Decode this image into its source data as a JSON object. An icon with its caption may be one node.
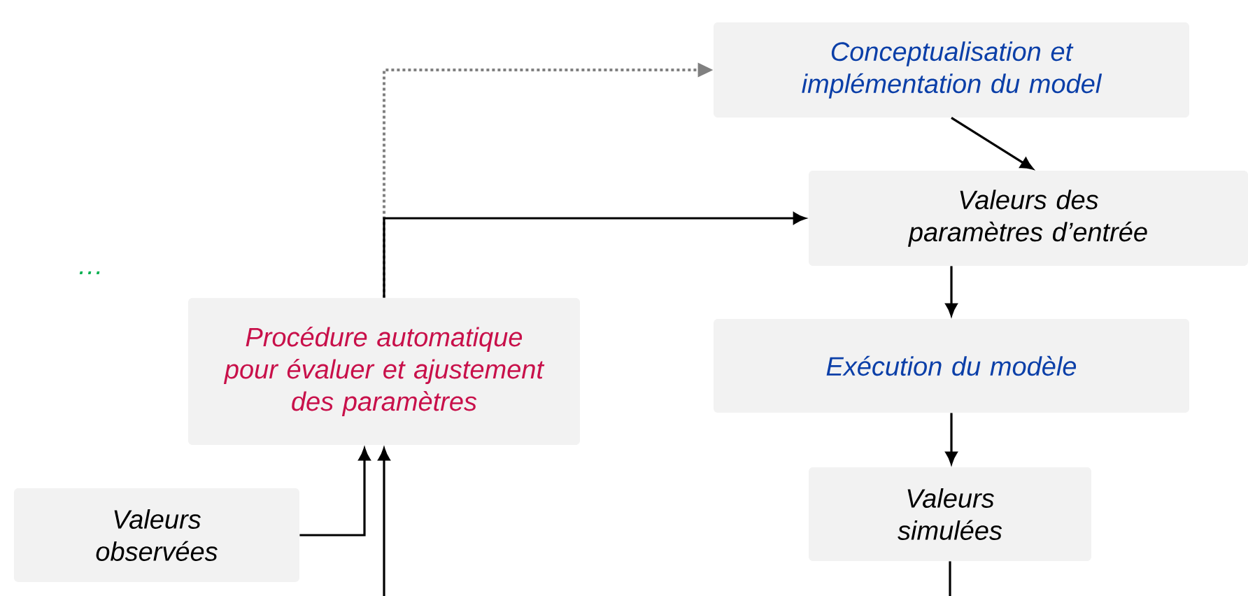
{
  "diagram": {
    "nodes": [
      {
        "text": [
          "Conceptualisation et implémentation du model"
        ]
      },
      {
        "text": [
          "Valeurs des paramètres d’entrée"
        ]
      },
      {
        "text": [
          "Procédure automatique pour évaluer et ajustement des paramètres"
        ]
      },
      {
        "text": [
          "Exécution du modèle"
        ]
      },
      {
        "text": [
          "Valeurs simulées"
        ]
      },
      {
        "text": [
          "Valeurs observées"
        ]
      }
    ],
    "edges": [
      {
        "from": 2,
        "to": 0,
        "arrow": "to",
        "style": "dashed",
        "color": "#808080"
      },
      {
        "from": 2,
        "to": 1,
        "arrow": "to"
      },
      {
        "from": 0,
        "to": 1,
        "arrow": "to"
      },
      {
        "from": 1,
        "to": 3,
        "arrow": "to"
      },
      {
        "from": 3,
        "to": 4,
        "arrow": "to"
      },
      {
        "from": 5,
        "to": 2,
        "arrow": "to"
      },
      {
        "from": 4,
        "to": null,
        "arrow": "none"
      },
      {
        "from": null,
        "to": 2,
        "arrow": "to"
      }
    ],
    "labels": [
      "…"
    ]
  }
}
